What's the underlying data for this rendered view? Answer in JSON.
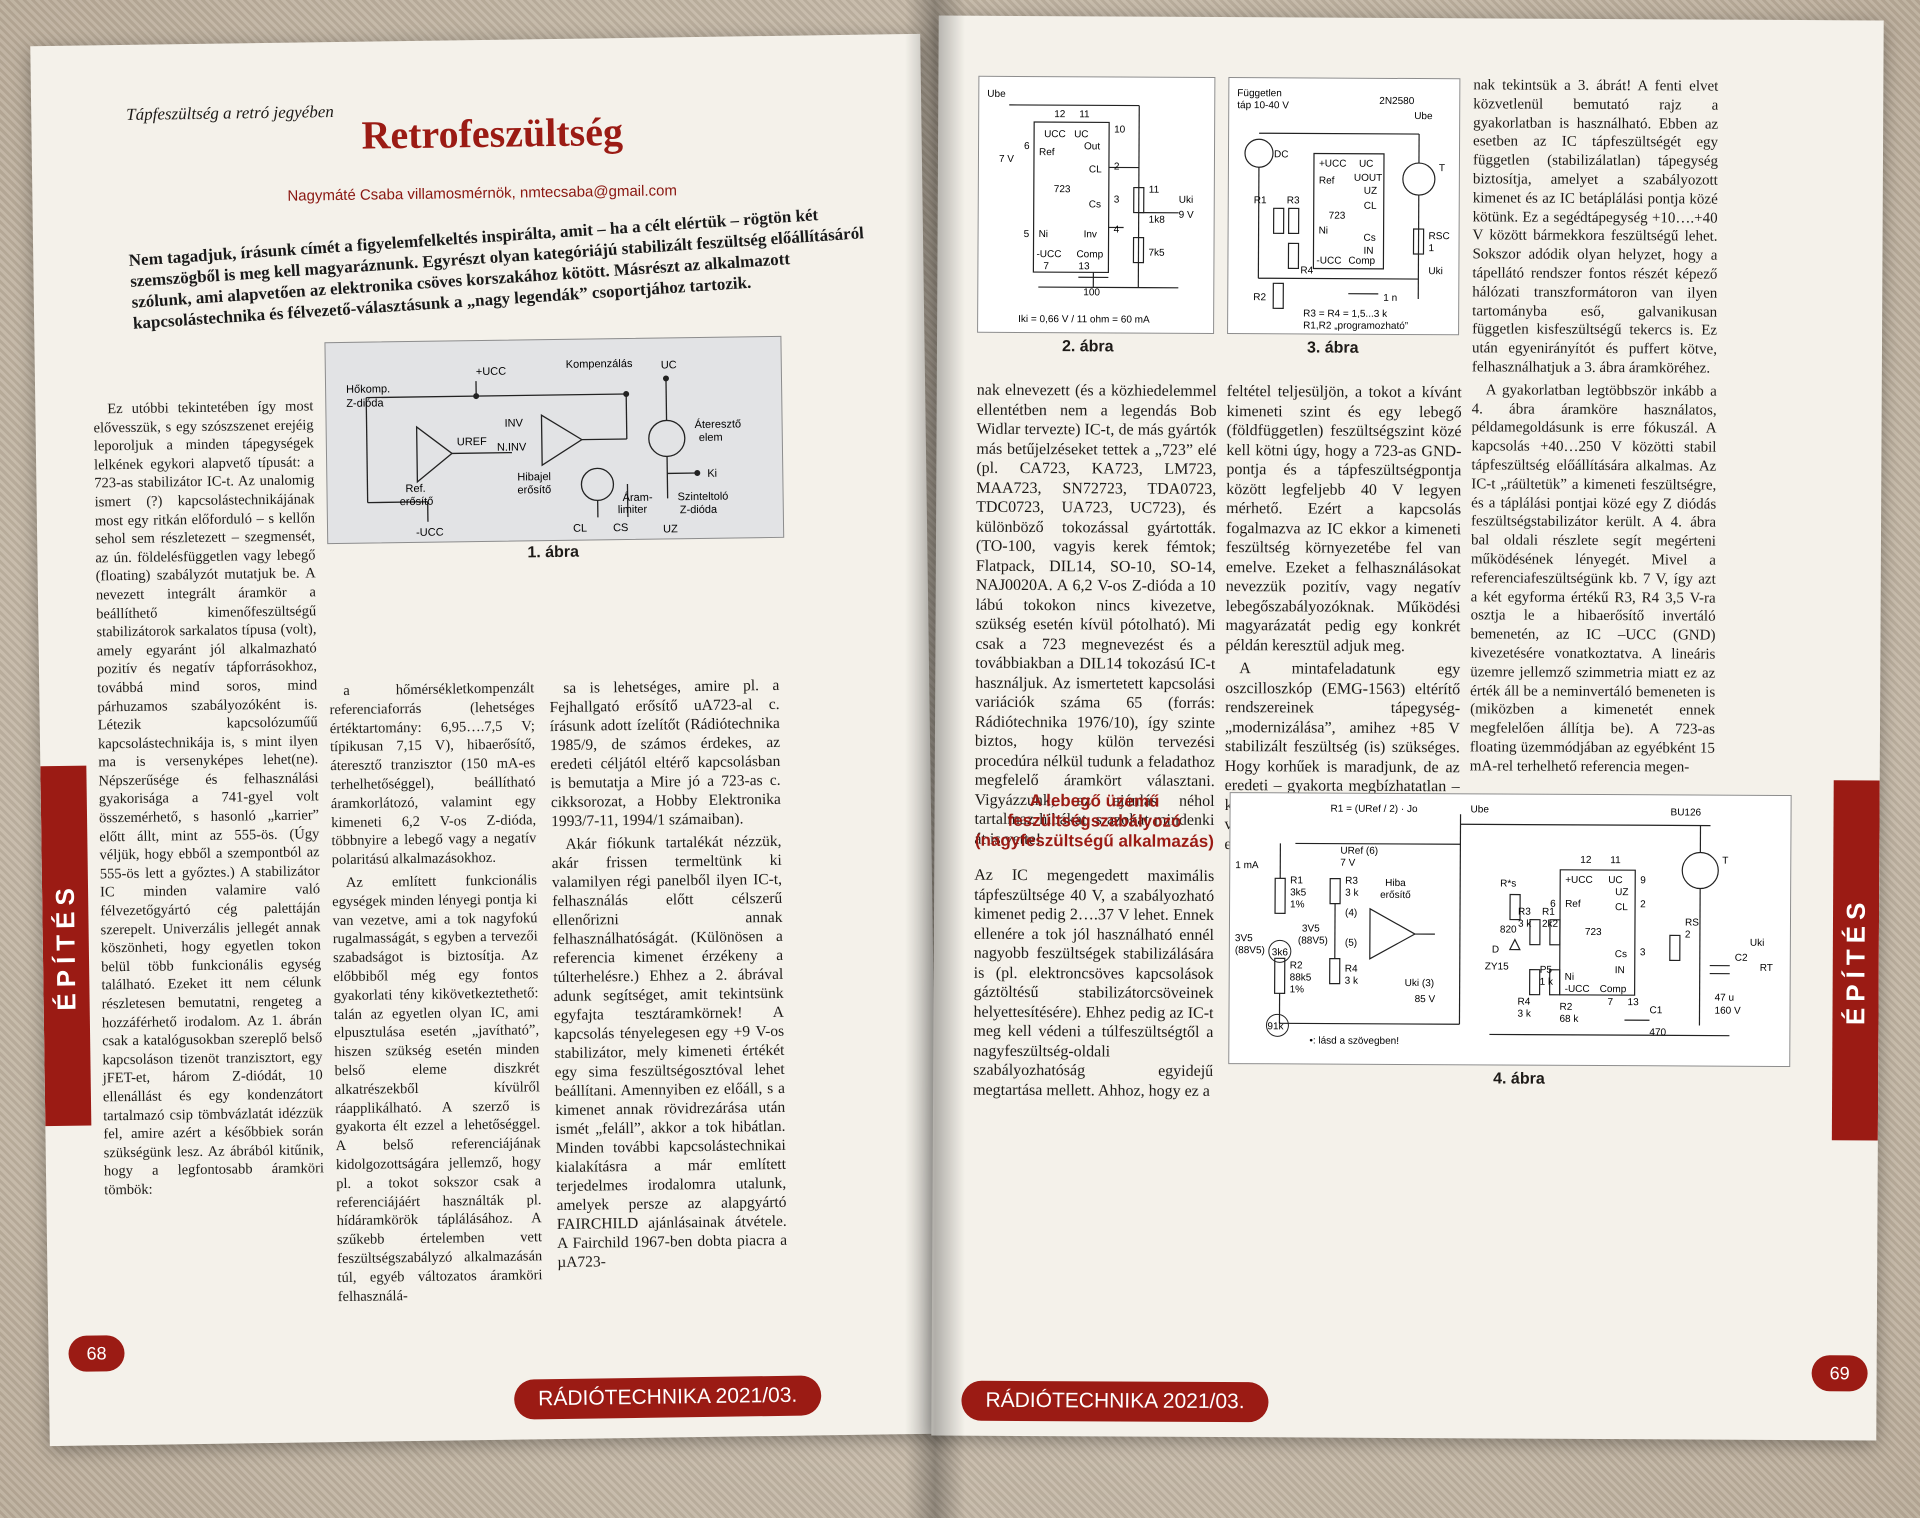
{
  "left_page": {
    "kicker": "Tápfeszültség a retró jegyében",
    "title": "Retrofeszültség",
    "author": "Nagymáté Csaba villamosmérnök, nmtecsaba@gmail.com",
    "lead": "Nem tagadjuk, írásunk címét a figyelemfelkeltés inspirálta, amit – ha a célt elértük – rögtön két szemszögből is meg kell magyaráznunk. Egyrészt olyan kategóriájú stabilizált feszültség előállításáról szólunk, ami alapvetően az elektronika csöves korszakához kötött. Másrészt az alkalmazott kapcsolástechnika és félvezető-választásunk a „nagy legendák” csoportjához tartozik.",
    "col1": [
      "Ez utóbbi tekintetében így most elővesszük, s egy szószszenet erejéig leporoljuk a minden tápegységek lelkének egykori alapvető típusát: a 723-as stabilizátor IC-t. Az unalomig ismert (?) kapcsolástechnikájának most egy ritkán előforduló – s kellőn sehol sem részletezett – szegmensét, az ún. földelésfüggetlen vagy lebegő (floating) szabályzót mutatjuk be. A nevezett integrált áramkör a beállíthető kimenőfeszültségű stabilizátorok sarkalatos típusa (volt), amely egyaránt jól alkalmazható pozitív és negatív tápforrásokhoz, továbbá mind soros, mind párhuzamos szabályozóként is. Létezik kapcsolózuműű kapcsolástechnikája is, s mint ilyen ma is versenyképes lehet(ne). Népszerűsége és felhasználási gyakorisága a 741-gyel volt összemérhető, s hasonló „karrier” előtt állt, mint az 555-ös. (Úgy véljük, hogy ebből a szempontból az 555-ös lett a győztes.) A stabilizátor IC minden valamire való félvezetőgyártó cég palettáján szerepelt. Univerzális jellegét annak köszönheti, hogy egyetlen tokon belül több funkcionális egység található. Ezeket itt nem célunk részletesen bemutatni, rengeteg a hozzáférhető irodalom. Az 1. ábrán csak a katalógusokban szereplő belső kapcsoláson tizenöt tranzisztort, egy jFET-et, három Z-diódát, 10 ellenállást és egy kondenzátort tartalmazó csip tömbvázlatát idézzük fel, amire azért a későbbiek során szükségünk lesz. Az ábrából kitűnik, hogy a legfontosabb áramköri tömbök:"
    ],
    "col2": [
      "a hőmérsékletkompenzált referenciaforrás (lehetséges értéktartomány: 6,95….7,5 V; típikusan 7,15 V), hibaerősítő, áteresztő tranzisztor (150 mA-es terhelhetőséggel), beállítható áramkorlátozó, valamint egy kimeneti 6,2 V-os Z-dióda, többnyire a lebegő vagy a negatív polaritású alkalmazásokhoz.",
      "Az említett funkcionális egységek minden lényegi pontja ki van vezetve, ami a tok nagyfokú rugalmasságát, s egyben a tervezői szabadságot is biztosítja. Az előbbiből még egy fontos gyakorlati tény kikövetkeztethető: talán az egyetlen olyan IC, ami elpusztulása esetén „javítható”, hiszen szükség esetén minden belső eleme diszkrét alkatrészekből kívülről ráapplikálható. A szerző is gyakorta élt ezzel a lehetőséggel. A belső referenciájának kidolgozottságára jellemző, hogy pl. a tokot sokszor csak a referenciájáért használták pl. hídáramkörök táplálásához. A szűkebb értelemben vett feszültségszabályzó alkalmazásán túl, egyéb változatos áramköri felhasználá-"
    ],
    "col3": [
      "sa is lehetséges, amire pl. a Fejhallgató erősítő uA723-al c. írásunk adott ízelítőt (Rádiótechnika 1985/9, de számos érdekes, az eredeti céljától eltérő kapcsolásban is bemutatja a Mire jó a 723-as c. cikksorozat, a Hobby Elektronika 1993/7-11, 1994/1 számaiban).",
      "Akár fiókunk tartalékát nézzük, akár frissen termeltünk ki valamilyen régi panelből ilyen IC-t, felhasználás előtt célszerű ellenőrizni annak felhasználhatóságát. (Különösen a referencia kimenet érzékeny a túlterhelésre.) Ehhez a 2. ábrával adunk segítséget, amit tekintsünk egyfajta tesztáramkörnek! A kapcsolás tényelegesen egy +9 V-os stabilizátor, mely kimeneti értékét egy sima feszültségosztóval lehet beállítani. Amennyiben ez előáll, s a kimenet annak rövidrezárása után ismét „feláll”, akkor a tok hibátlan. Minden további kapcsolástechnikai kialakításra a már említett terjedelmes irodalomra utalunk, amelyek persze az alapgyártó FAIRCHILD ajánlásainak átvétele. A Fairchild 1967-ben dobta piacra a µA723-"
    ],
    "fig1": {
      "caption": "1. ábra",
      "labels": {
        "ucc_plus": "+UCC",
        "kompenzalas": "Kompenzálás",
        "uc": "UC",
        "hokomp": "Hőkomp.",
        "zdioda": "Z-dióda",
        "uref": "UREF",
        "inv": "INV",
        "ninv": "N.INV",
        "ateereszto": "Áteresztő",
        "elem": "elem",
        "ref": "Ref.",
        "erosito": "erősítő",
        "hibajel": "Hibajel",
        "hibajel_erosito": "erősítő",
        "ki": "Ki",
        "aram": "Áram-",
        "limiter": "limiter",
        "szinteltolo": "Szinteltoló",
        "szint_zdioda": "Z-dióda",
        "ucc_minus": "-UCC",
        "cl": "CL",
        "cs": "CS",
        "uz": "UZ"
      }
    },
    "side_tab": "ÉPÍTÉS",
    "page_number": "68",
    "footer": "RÁDIÓTECHNIKA 2021/03."
  },
  "right_page": {
    "fig2": {
      "caption": "2. ábra",
      "labels": {
        "ube": "Ube",
        "v7": "7 V",
        "pin6": "6",
        "ref": "Ref",
        "pin12": "12",
        "pin11": "11",
        "ucc": "UCC",
        "uc": "UC",
        "pin10": "10",
        "out": "Out",
        "cl": "CL",
        "pin2": "2",
        "ic": "723",
        "cs": "Cs",
        "pin3": "3",
        "r11": "11",
        "uki": "Uki",
        "v9": "9 V",
        "r1k8": "1k8",
        "pin5": "5",
        "ni": "Ni",
        "inv": "Inv",
        "pin4": "4",
        "uccm": "-UCC",
        "comp": "Comp",
        "pin7": "7",
        "pin13": "13",
        "r7k5": "7k5",
        "c100": "100",
        "formula": "Iki = 0,66 V / 11 ohm = 60 mA"
      }
    },
    "fig3": {
      "caption": "3. ábra",
      "labels": {
        "fuggetlen": "Független",
        "tap": "táp 10-40 V",
        "transistor": "2N2580",
        "ube": "Ube",
        "dc": "DC",
        "ucc": "+UCC",
        "uc": "UC",
        "ref": "Ref",
        "uout": "UOUT",
        "uz": "UZ",
        "ic": "723",
        "cl": "CL",
        "r1": "R1",
        "r3": "R3",
        "ni": "Ni",
        "cs": "Cs",
        "in": "IN",
        "rsc": "RSC",
        "rsc_val": "1",
        "r4": "R4",
        "uccm": "-UCC",
        "comp": "Comp",
        "uki": "Uki",
        "r2": "R2",
        "c1n": "1 n",
        "note1": "R3 = R4 = 1,5...3 k",
        "note2": "R1,R2 „programozható”",
        "t": "T"
      }
    },
    "col0": [
      "nak tekintsük a 3. ábrát! A fenti elvet közvetlenül bemutató rajz a gyakorlatban is használható. Ebben az esetben az IC tápfeszültségét egy független (stabilizálatlan) tápegység biztosítja, amelyet a szabályozott kimenet és az IC betáplálási pontja közé kötünk. Ez a segédtápegység +10….+40 V között bármekkora feszültségű lehet. Sokszor adódik olyan helyzet, hogy a tápellátó rendszer fontos részét képező hálózati transzformátoron van ilyen tartományba eső, galvanikusan független kisfeszültségű tekercs is. Ez után egyenirányítót és puffert kötve, felhasználhatjuk a 3. ábra áramköréhez.",
      "A gyakorlatban legtöbbször inkább a 4. ábra áramköre használatos, példamegoldásunk is erre fókuszál. A kapcsolás +40…250 V közötti stabil tápfeszültség előállítására alkalmas. Az IC-t „ráültetük” a kimeneti feszültségre, és a táplálási pontjai közé egy Z diódás feszültségstabilizátor került. A 4. ábra bal oldali részlete segít megérteni működésének lényegét. Mivel a referenciafeszültségünk kb. 7 V, így azt a két egyforma értékű R3, R4 3,5 V-ra osztja le a hibaerősítő invertáló bemenetén, az IC –UCC (GND) kivezetésére vonatkoztatva. A lineáris üzemre jellemző szimmetria miatt ez az érték áll be a neminvertáló bemeneten is (miközben a kimenetét ennek megfelelően állítja be). A 723-as floating üzemmódjában az egyébként 15 mA-rel terhelhető referencia megen-"
    ],
    "col1": [
      "nak elnevezett (és a közhiedelemmel ellentétben nem a legendás Bob Widlar tervezte) IC-t, de más gyártók más betűjelzéseket tettek a „723” elé (pl. CA723, KA723, LM723, MAA723, SN72723, TDA0723, TDC0723, UA723, UC723), és különböző tokozással gyártották. (TO-100, vagyis kerek fémtok; Flatpack, DIL14, SO-10, SO-14, NAJ0020A. A 6,2 V-os Z-dióda a 10 lábú tokokon nincs kivezetve, szükség esetén kívül pótolható). Mi csak a 723 megnevezést és a továbbiakban a DIL14 tokozású IC-t használjuk. Az ismertetett kapcsolási variációk száma 65 (forrás: Rádiótechnika 1976/10), így szinte biztos, hogy külön tervezési procedúra nélkül tudunk a feladathoz megfelelő áramkört választani. Vigyázzunk, az ajánlás néhol tartalmaz hibákat, s azokat mindenki át is vette!"
    ],
    "col2": [
      "feltétel teljesüljön, a tokot a kívánt kimeneti szint és egy lebegő (földfüggetlen) feszültségszint közé kell kötni úgy, hogy a 723-as GND-pontja és a tápfeszültségpontja között legfeljebb 40 V legyen mérhető. Ezért a kapcsolás fogalmazva az IC ekkor a kimeneti feszültség környezetébe fel van emelve. Ezeket a felhasználásokat nevezzük pozitív, vagy negatív lebegőszabályozóknak. Működési magyarázatát pedig egy konkrét példán keresztül adjuk meg.",
      "A mintafeladatunk egy oszcilloszkóp (EMG-1563) eltérítő rendszereinek tápegység-„modernizálása”, amihez +85 V stabilizált feszültség (is) szükséges. Hogy korhűek is maradjunk, de az eredeti – gyakorta megbízhatatlan – kapcsolástechnikát is kiváltsuk, a választásunk a lebegő üzemű 723-ra esett. Kiindulás-"
    ],
    "section_head": "A lebegő üzemű feszültségszabályozó (nagyfeszültségű alkalmazás)",
    "col3": [
      "Az IC megengedett maximális tápfeszültsége 40 V, a szabályozható kimenet pedig 2….37 V lehet. Ennek ellenére a tok jól használható ennél nagyobb feszültségek stabilizálására is (pl. elektroncsöves kapcsolások gáztöltésű stabilizátorcsöveinek helyettesítésére). Ehhez pedig az IC-t meg kell védeni a túlfeszültségtől a nagyfeszültség-oldali szabályozhatóság egyidejű megtartása mellett. Ahhoz, hogy ez a"
    ],
    "fig4": {
      "caption": "4. ábra",
      "labels": {
        "formula": "R1 = (URef / 2) · Jo",
        "ube": "Ube",
        "bu126": "BU126",
        "ima": "1 mA",
        "uref6": "URef (6)",
        "v7": "7 V",
        "r1": "R1",
        "r1v": "3k5",
        "r1p": "1%",
        "r3": "R3",
        "r3v": "3 k",
        "hiba": "Hiba",
        "erosito": "erősítő",
        "p4": "(4)",
        "v3v5a": "3V5",
        "v88a": "(88V5)",
        "p5": "(5)",
        "v3v5b": "3V5",
        "v88b": "(88V5)",
        "r2": "R2",
        "r2v": "88k5",
        "r2p": "1%",
        "r4": "R4",
        "r4v": "3 k",
        "uki3": "Uki (3)",
        "v85": "85 V",
        "n3k6": "3k6",
        "n91k": "91k",
        "note": "•: lásd a szövegben!",
        "rs_star": "R*s",
        "r820": "820",
        "d": "D",
        "zy15": "ZY15",
        "ucc": "+UCC",
        "uc": "UC",
        "pin12": "12",
        "pin11": "11",
        "pin9": "9",
        "pin6": "6",
        "ref": "Ref",
        "uz": "UZ",
        "cl": "CL",
        "pin2": "2",
        "ic": "723",
        "rs": "RS",
        "rsv": "2",
        "cs": "Cs",
        "pin3": "3",
        "uki": "Uki",
        "in": "IN",
        "ni": "Ni",
        "uccm": "-UCC",
        "comp": "Comp",
        "c2": "C2",
        "rt": "RT",
        "p5r": "P5",
        "p5v": "1 k",
        "r3b": "R3",
        "r3bv": "3 k",
        "r1b": "R1",
        "r1bv": "2k2",
        "r4b": "R4",
        "r4bv": "3 k",
        "r2b": "R2",
        "r2bv": "68 k",
        "pin7": "7",
        "pin13": "13",
        "c1": "C1",
        "c1v": "470",
        "c47": "47 u",
        "c160": "160 V",
        "t": "T"
      }
    },
    "side_tab": "ÉPÍTÉS",
    "page_number": "69",
    "footer": "RÁDIÓTECHNIKA 2021/03."
  },
  "colors": {
    "accent_red": "#9b1b14",
    "paper": "#f4f1ea",
    "figure_bg": "#e2e3e5"
  }
}
